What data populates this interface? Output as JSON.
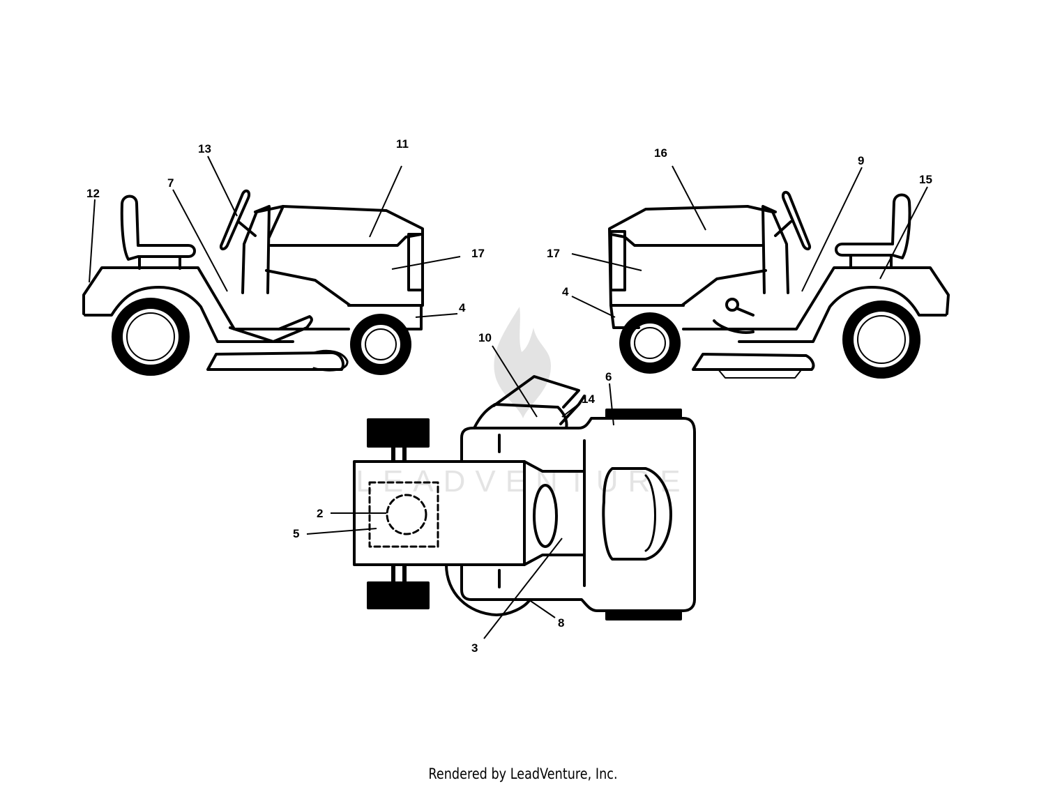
{
  "footer": "Rendered by LeadVenture, Inc.",
  "watermark": "LEADVENTURE",
  "colors": {
    "line": "#000000",
    "background": "#ffffff",
    "watermark": "#cfcfcf"
  },
  "callouts": {
    "left_view": [
      "12",
      "13",
      "7",
      "11",
      "17",
      "4"
    ],
    "right_view": [
      "16",
      "9",
      "15",
      "17",
      "4"
    ],
    "top_view": [
      "10",
      "14",
      "6",
      "2",
      "5",
      "3",
      "8"
    ]
  }
}
